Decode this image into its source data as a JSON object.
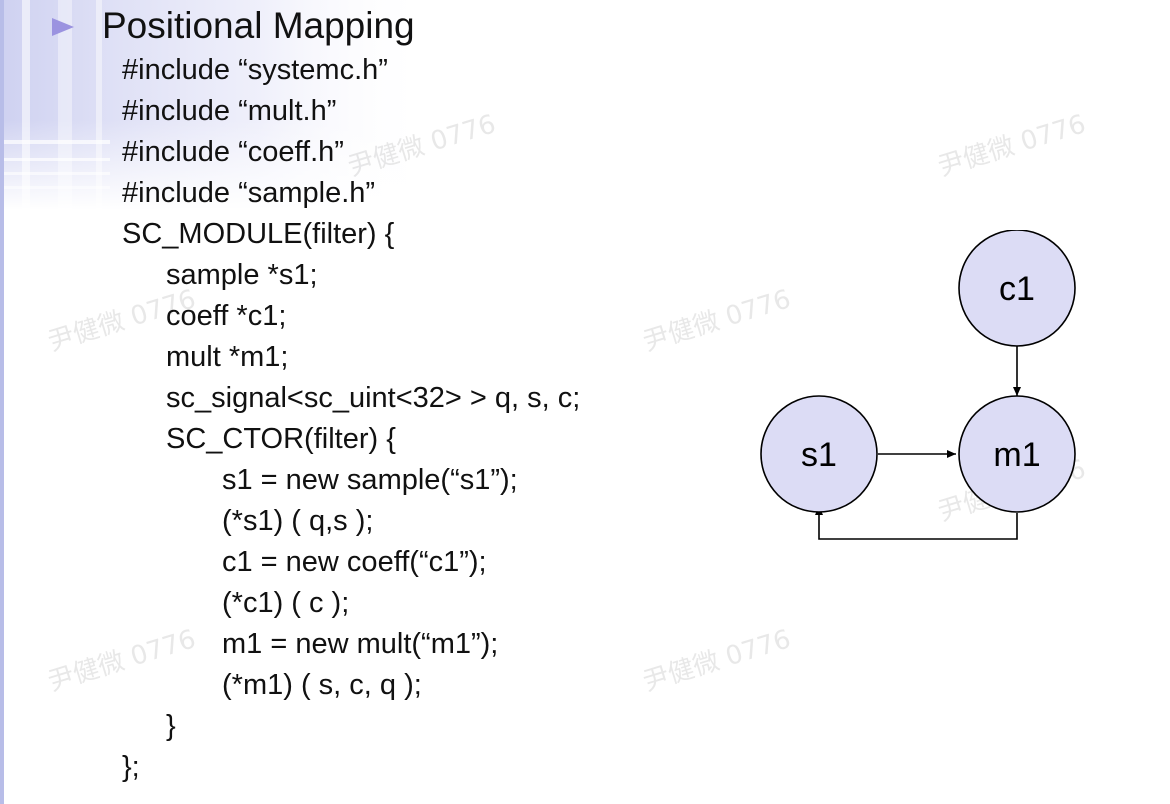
{
  "slide": {
    "title": "Positional Mapping",
    "code_lines": [
      "#include “systemc.h”",
      "#include “mult.h”",
      "#include “coeff.h”",
      "#include “sample.h”",
      "SC_MODULE(filter) {",
      "sample *s1;",
      "coeff *c1;",
      "mult *m1;",
      "sc_signal<sc_uint<32> > q, s, c;",
      "SC_CTOR(filter) {",
      "s1 = new sample(“s1”);",
      "(*s1) ( q,s );",
      "c1 = new coeff(“c1”);",
      "(*c1) ( c );",
      "m1 = new mult(“m1”);",
      "(*m1) ( s, c, q );",
      "}",
      "};"
    ]
  },
  "diagram": {
    "nodes": [
      {
        "id": "c1",
        "label": "c1"
      },
      {
        "id": "s1",
        "label": "s1"
      },
      {
        "id": "m1",
        "label": "m1"
      }
    ],
    "edges": [
      {
        "from": "c1",
        "to": "m1"
      },
      {
        "from": "s1",
        "to": "m1"
      },
      {
        "from": "m1",
        "to": "s1"
      }
    ],
    "node_fill": "#dcdcf5",
    "node_stroke": "#000000"
  },
  "watermark": {
    "text": "尹健微 0776"
  },
  "colors": {
    "bullet": "#9b93e0",
    "decor_band": "#b8bde8"
  }
}
